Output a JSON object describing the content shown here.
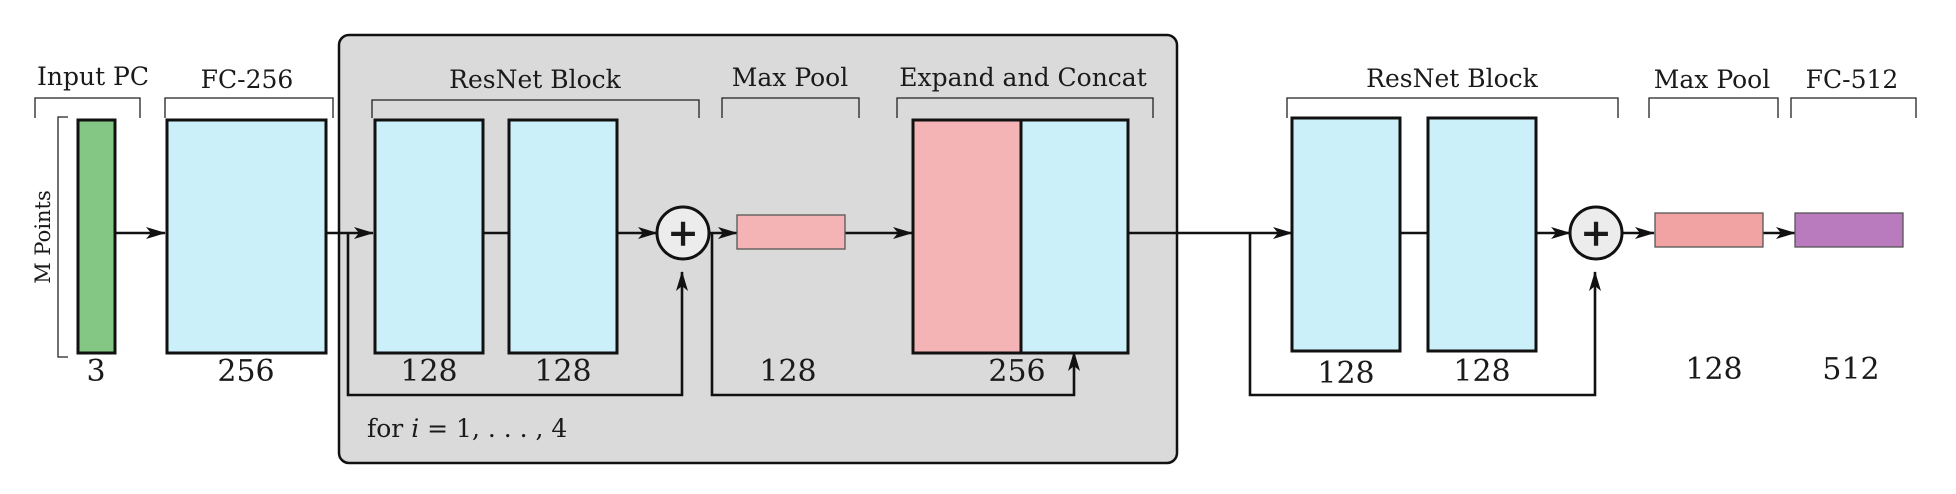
{
  "input": {
    "label": "Input PC",
    "side_label": "M Points",
    "size": "3",
    "color": "#84c785"
  },
  "fc1": {
    "label": "FC-256",
    "size": "256",
    "color": "#ccf0fa"
  },
  "loop_group": {
    "caption_prefix": "for ",
    "caption_var": "i",
    "caption_rest": " = 1, . . . , 4",
    "background": "#dadada",
    "resnet": {
      "label": "ResNet Block",
      "sizes": [
        "128",
        "128"
      ]
    },
    "maxpool": {
      "label": "Max Pool",
      "size": "128",
      "color": "#f4b4b5"
    },
    "concat": {
      "label": "Expand and Concat",
      "size": "256",
      "left_color": "#f4b4b5",
      "right_color": "#ccf0fa"
    }
  },
  "resnet2": {
    "label": "ResNet Block",
    "sizes": [
      "128",
      "128"
    ]
  },
  "maxpool2": {
    "label": "Max Pool",
    "size": "128",
    "color": "#f0a3a2"
  },
  "fc2": {
    "label": "FC-512",
    "size": "512",
    "color": "#b97bbd"
  },
  "sum_symbol": "+"
}
